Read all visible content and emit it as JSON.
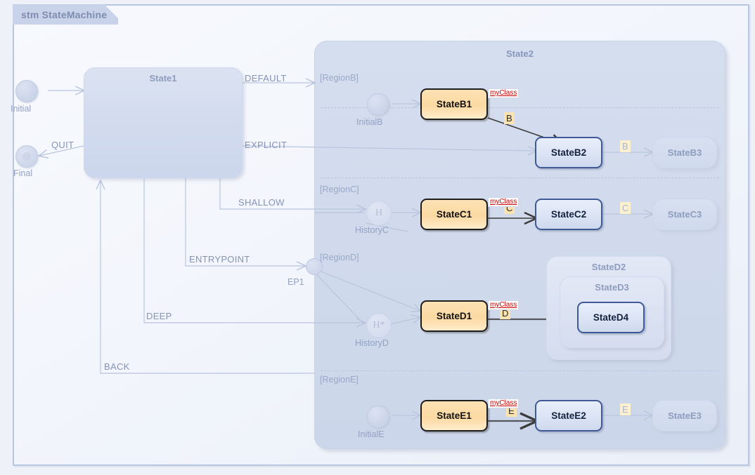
{
  "frame": {
    "tab_label": "stm StateMachine"
  },
  "top_level": {
    "initial": {
      "label": "Initial"
    },
    "final": {
      "label": "Final"
    },
    "state1": {
      "label": "State1"
    }
  },
  "transitions": [
    {
      "id": "init-to-state1",
      "label": ""
    },
    {
      "id": "state1-to-final",
      "label": "QUIT"
    },
    {
      "id": "state1-to-regionb",
      "label": "DEFAULT"
    },
    {
      "id": "state1-to-explicit",
      "label": "EXPLICIT"
    },
    {
      "id": "state1-to-shallow",
      "label": "SHALLOW"
    },
    {
      "id": "state1-to-entrypoint",
      "label": "ENTRYPOINT"
    },
    {
      "id": "state1-to-deep",
      "label": "DEEP"
    },
    {
      "id": "back-to-state1",
      "label": "BACK"
    }
  ],
  "state2": {
    "label": "State2",
    "entry_point": {
      "label": "EP1"
    },
    "regions": [
      {
        "label": "[RegionB]",
        "pseudostate": {
          "kind": "initial",
          "label": "InitialB"
        },
        "nodes": [
          {
            "label": "StateB1",
            "style": "highlight"
          },
          {
            "label": "StateB2",
            "style": "blue"
          },
          {
            "label": "StateB3",
            "style": "ghost"
          }
        ],
        "edge_labels": [
          {
            "text": "myClass",
            "kind": "tooltip"
          },
          {
            "text": "B",
            "kind": "badge-dark"
          },
          {
            "text": "B",
            "kind": "badge"
          }
        ]
      },
      {
        "label": "[RegionC]",
        "pseudostate": {
          "kind": "shallow-history",
          "glyph": "H",
          "label": "HistoryC"
        },
        "nodes": [
          {
            "label": "StateC1",
            "style": "highlight"
          },
          {
            "label": "StateC2",
            "style": "blue"
          },
          {
            "label": "StateC3",
            "style": "ghost"
          }
        ],
        "edge_labels": [
          {
            "text": "myClass",
            "kind": "tooltip"
          },
          {
            "text": "C",
            "kind": "badge-dark"
          },
          {
            "text": "C",
            "kind": "badge"
          }
        ]
      },
      {
        "label": "[RegionD]",
        "pseudostate": {
          "kind": "deep-history",
          "glyph": "H*",
          "label": "HistoryD"
        },
        "nodes": [
          {
            "label": "StateD1",
            "style": "highlight"
          },
          {
            "label": "StateD2",
            "style": "ghost"
          },
          {
            "label": "StateD3",
            "style": "ghost"
          },
          {
            "label": "StateD4",
            "style": "blue"
          }
        ],
        "edge_labels": [
          {
            "text": "myClass",
            "kind": "tooltip"
          },
          {
            "text": "D",
            "kind": "badge-dark"
          }
        ]
      },
      {
        "label": "[RegionE]",
        "pseudostate": {
          "kind": "initial",
          "label": "InitialE"
        },
        "nodes": [
          {
            "label": "StateE1",
            "style": "highlight"
          },
          {
            "label": "StateE2",
            "style": "blue"
          },
          {
            "label": "StateE3",
            "style": "ghost"
          }
        ],
        "edge_labels": [
          {
            "text": "myClass",
            "kind": "tooltip"
          },
          {
            "text": "E",
            "kind": "badge-dark"
          },
          {
            "text": "E",
            "kind": "badge"
          }
        ]
      }
    ]
  },
  "colors": {
    "frame_border": "#b9c6e0",
    "frame_bg": "#f5f8fd",
    "tab_bg": "#c8d3ea",
    "ghost_fill": "#d3dcef",
    "highlight_fill": "#fcd9a1",
    "highlight_border": "#1d1d1d",
    "blue_border": "#3f5896",
    "wire": "#b9c5de",
    "wire_dark": "#3a3a3a",
    "text_muted": "#8e9cbe",
    "myclass_text": "#cc0000",
    "badge_bg": "#fdf0cf"
  }
}
